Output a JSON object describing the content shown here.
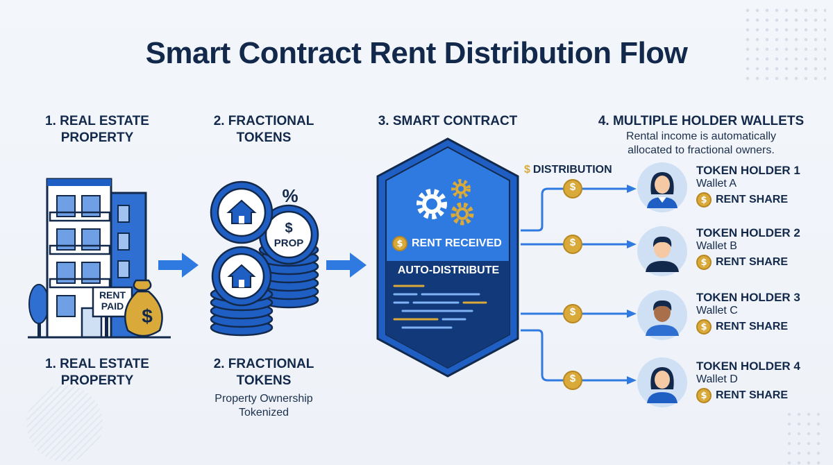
{
  "title": "Smart Contract Rent Distribution Flow",
  "steps": {
    "property": {
      "top_label": "1. REAL ESTATE\nPROPERTY",
      "bottom_label": "1. REAL ESTATE\nPROPERTY",
      "sign": "RENT\nPAID",
      "bag_symbol": "$"
    },
    "tokens": {
      "top_label": "2. FRACTIONAL\nTOKENS",
      "bottom_label": "2. FRACTIONAL\nTOKENS",
      "bottom_sub": "Property Ownership\nTokenized",
      "coin_symbol": "$",
      "coin_text": "PROP",
      "percent": "%"
    },
    "contract": {
      "top_label": "3. SMART CONTRACT",
      "received": "RENT RECEIVED",
      "auto": "AUTO-DISTRIBUTE",
      "coin_symbol": "$"
    },
    "wallets": {
      "top_label": "4. MULTIPLE HOLDER WALLETS",
      "sub": "Rental income is automatically\nallocated to fractional owners.",
      "distribution_label": "DISTRIBUTION",
      "distribution_symbol": "$",
      "holders": [
        {
          "title": "TOKEN HOLDER 1",
          "wallet": "Wallet A",
          "share": "RENT SHARE",
          "coin": "$"
        },
        {
          "title": "TOKEN HOLDER 2",
          "wallet": "Wallet B",
          "share": "RENT SHARE",
          "coin": "$"
        },
        {
          "title": "TOKEN HOLDER 3",
          "wallet": "Wallet C",
          "share": "RENT SHARE",
          "coin": "$"
        },
        {
          "title": "TOKEN HOLDER 4",
          "wallet": "Wallet D",
          "share": "RENT SHARE",
          "coin": "$"
        }
      ]
    }
  },
  "colors": {
    "primary": "#1f5fc4",
    "navy": "#13294b",
    "gold": "#d9a93a",
    "light_blue": "#cfe0f5"
  }
}
